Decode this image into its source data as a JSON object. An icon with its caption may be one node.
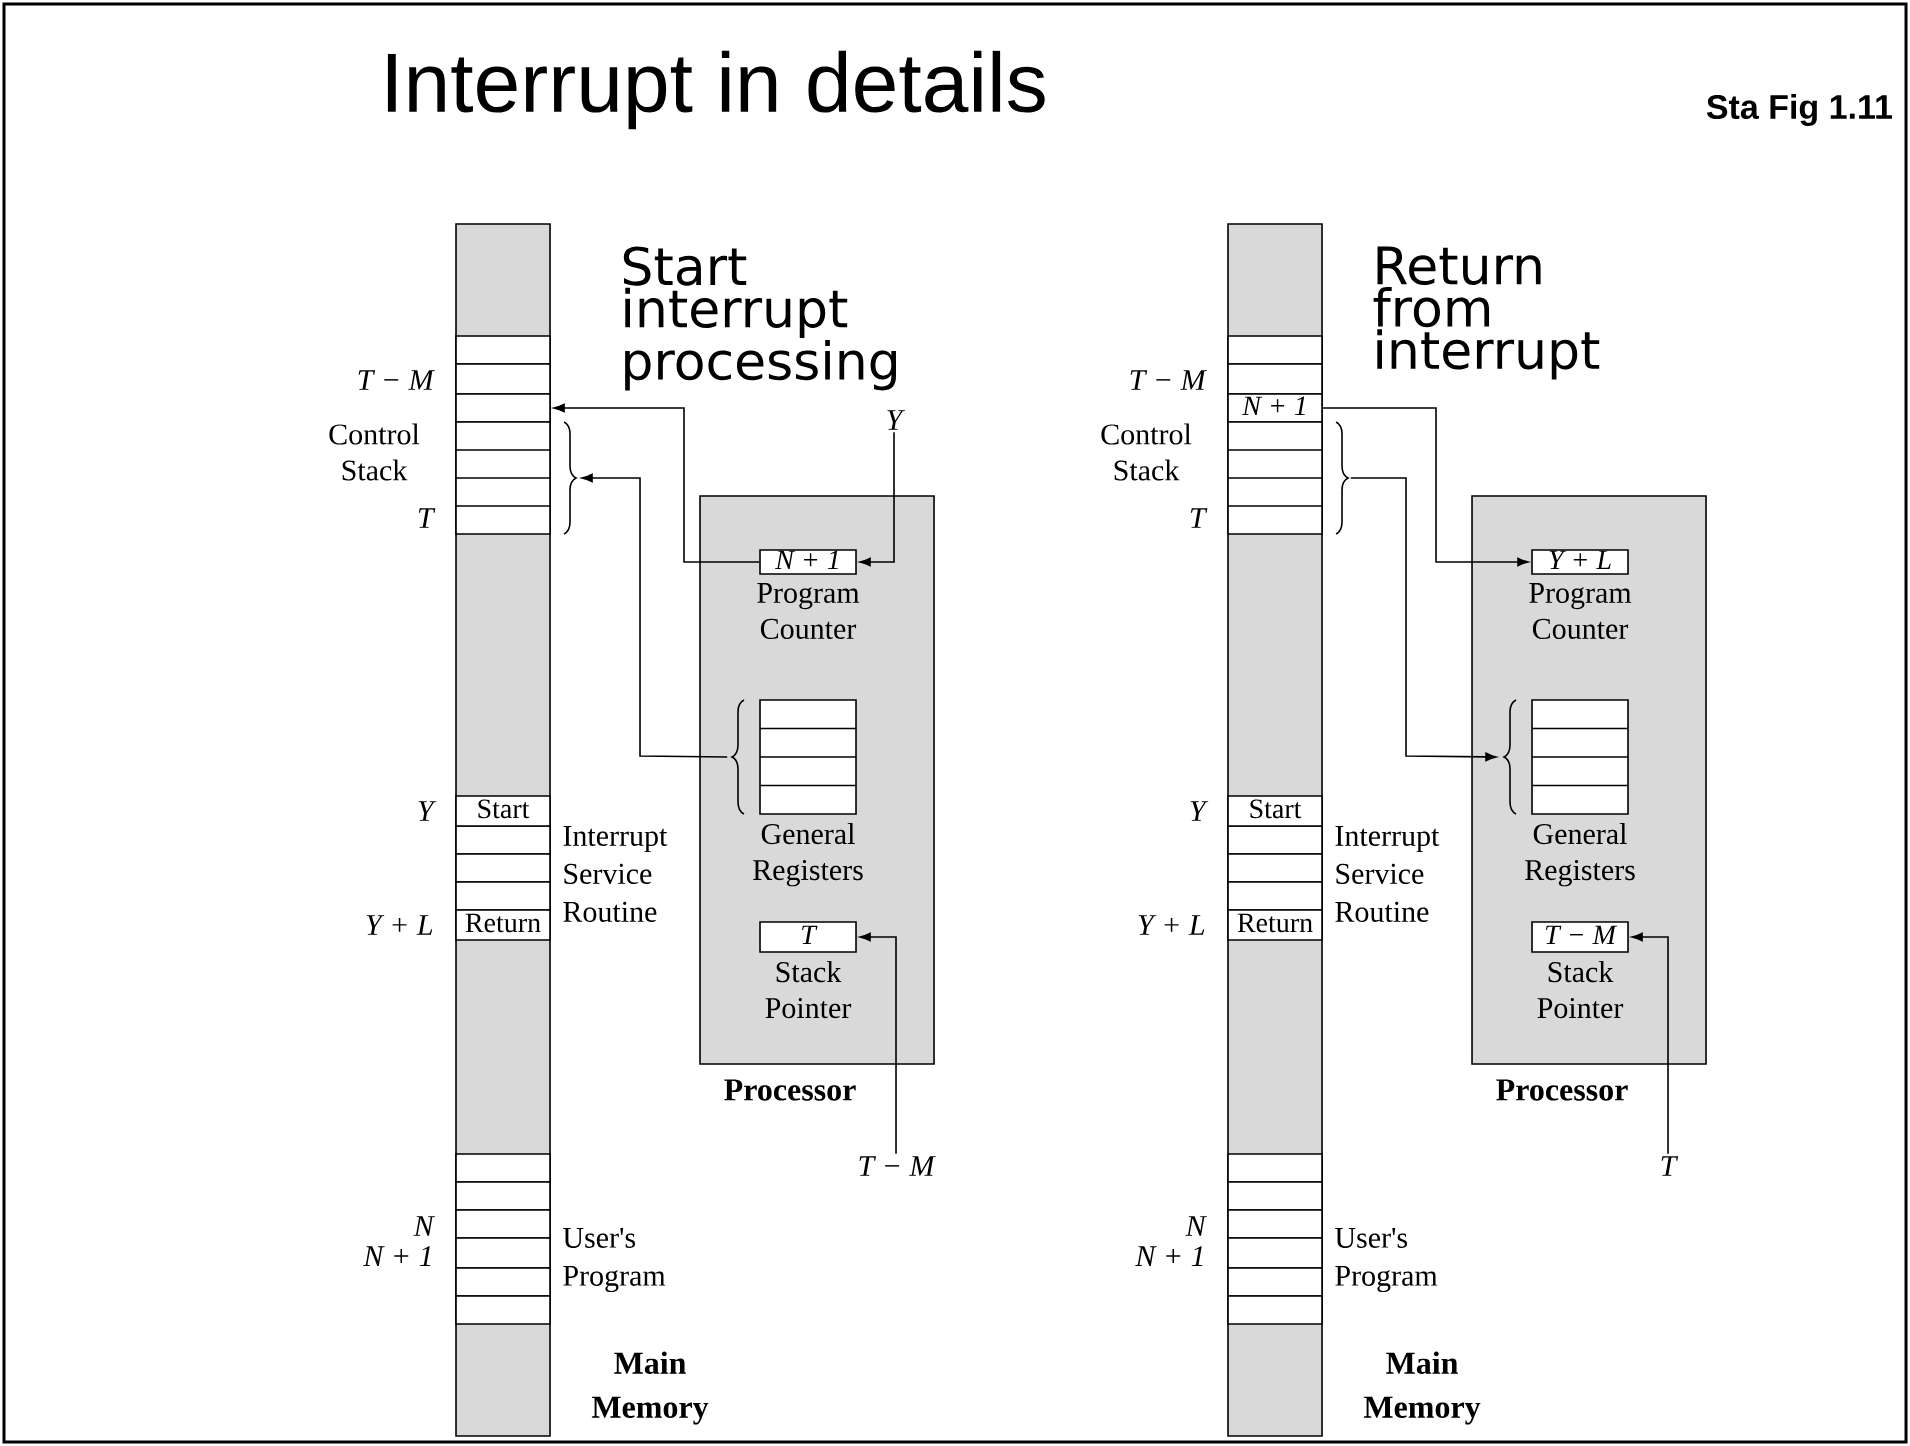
{
  "diagram": {
    "title": "Interrupt in details",
    "nodes": [
      {
        "text": [
          "Main Memory"
        ]
      },
      {
        "text": [],
        "shape": "box",
        "in": 0
      },
      {
        "text": [],
        "shape": "box",
        "in": 0
      },
      {
        "text": [
          "Start"
        ],
        "beside": [
          "Y"
        ],
        "in": 0
      },
      {
        "text": [
          "Return"
        ],
        "beside": [
          "Y + L"
        ],
        "in": 0
      },
      {
        "text": [
          "Processor"
        ]
      },
      {
        "text": [
          "N + 1"
        ],
        "beside": [
          "Program Counter"
        ],
        "in": 5
      },
      {
        "text": [],
        "shape": "box",
        "beside": [
          "General Registers"
        ],
        "in": 5
      },
      {
        "text": [
          "T"
        ],
        "beside": [
          "Stack Pointer"
        ],
        "in": 5
      },
      {
        "text": [
          "Y"
        ]
      },
      {
        "text": [
          "T − M"
        ]
      },
      {
        "text": [
          "Main Memory"
        ]
      },
      {
        "text": [
          "N + 1"
        ],
        "in": 11
      },
      {
        "text": [],
        "shape": "box",
        "in": 11
      },
      {
        "text": [
          "Start"
        ],
        "beside": [
          "Y"
        ],
        "in": 11
      },
      {
        "text": [
          "Return"
        ],
        "beside": [
          "Y + L"
        ],
        "in": 11
      },
      {
        "text": [
          "Processor"
        ]
      },
      {
        "text": [
          "Y + L"
        ],
        "beside": [
          "Program Counter"
        ],
        "in": 16
      },
      {
        "text": [],
        "shape": "box",
        "beside": [
          "General Registers"
        ],
        "in": 16
      },
      {
        "text": [
          "T − M"
        ],
        "beside": [
          "Stack Pointer"
        ],
        "in": 16
      },
      {
        "text": [
          "T"
        ]
      }
    ],
    "edges": [
      {
        "from": 6,
        "to": 1,
        "arrow": "to"
      },
      {
        "from": 7,
        "to": 2,
        "arrow": "to"
      },
      {
        "from": 9,
        "to": 6,
        "arrow": "to"
      },
      {
        "from": 10,
        "to": 8,
        "arrow": "to"
      },
      {
        "from": 12,
        "to": 17,
        "arrow": "to"
      },
      {
        "from": 13,
        "to": 18,
        "arrow": "to"
      },
      {
        "from": 20,
        "to": 19,
        "arrow": "to"
      }
    ],
    "labels": [
      "Sta Fig 1.11",
      "Start interrupt processing",
      "T − M",
      "Control Stack",
      "T",
      "Interrupt Service Routine",
      "N",
      "N + 1",
      "User's Program",
      "Return from interrupt",
      "T − M",
      "Control Stack",
      "T",
      "Interrupt Service Routine",
      "N",
      "N + 1",
      "User's Program"
    ]
  }
}
